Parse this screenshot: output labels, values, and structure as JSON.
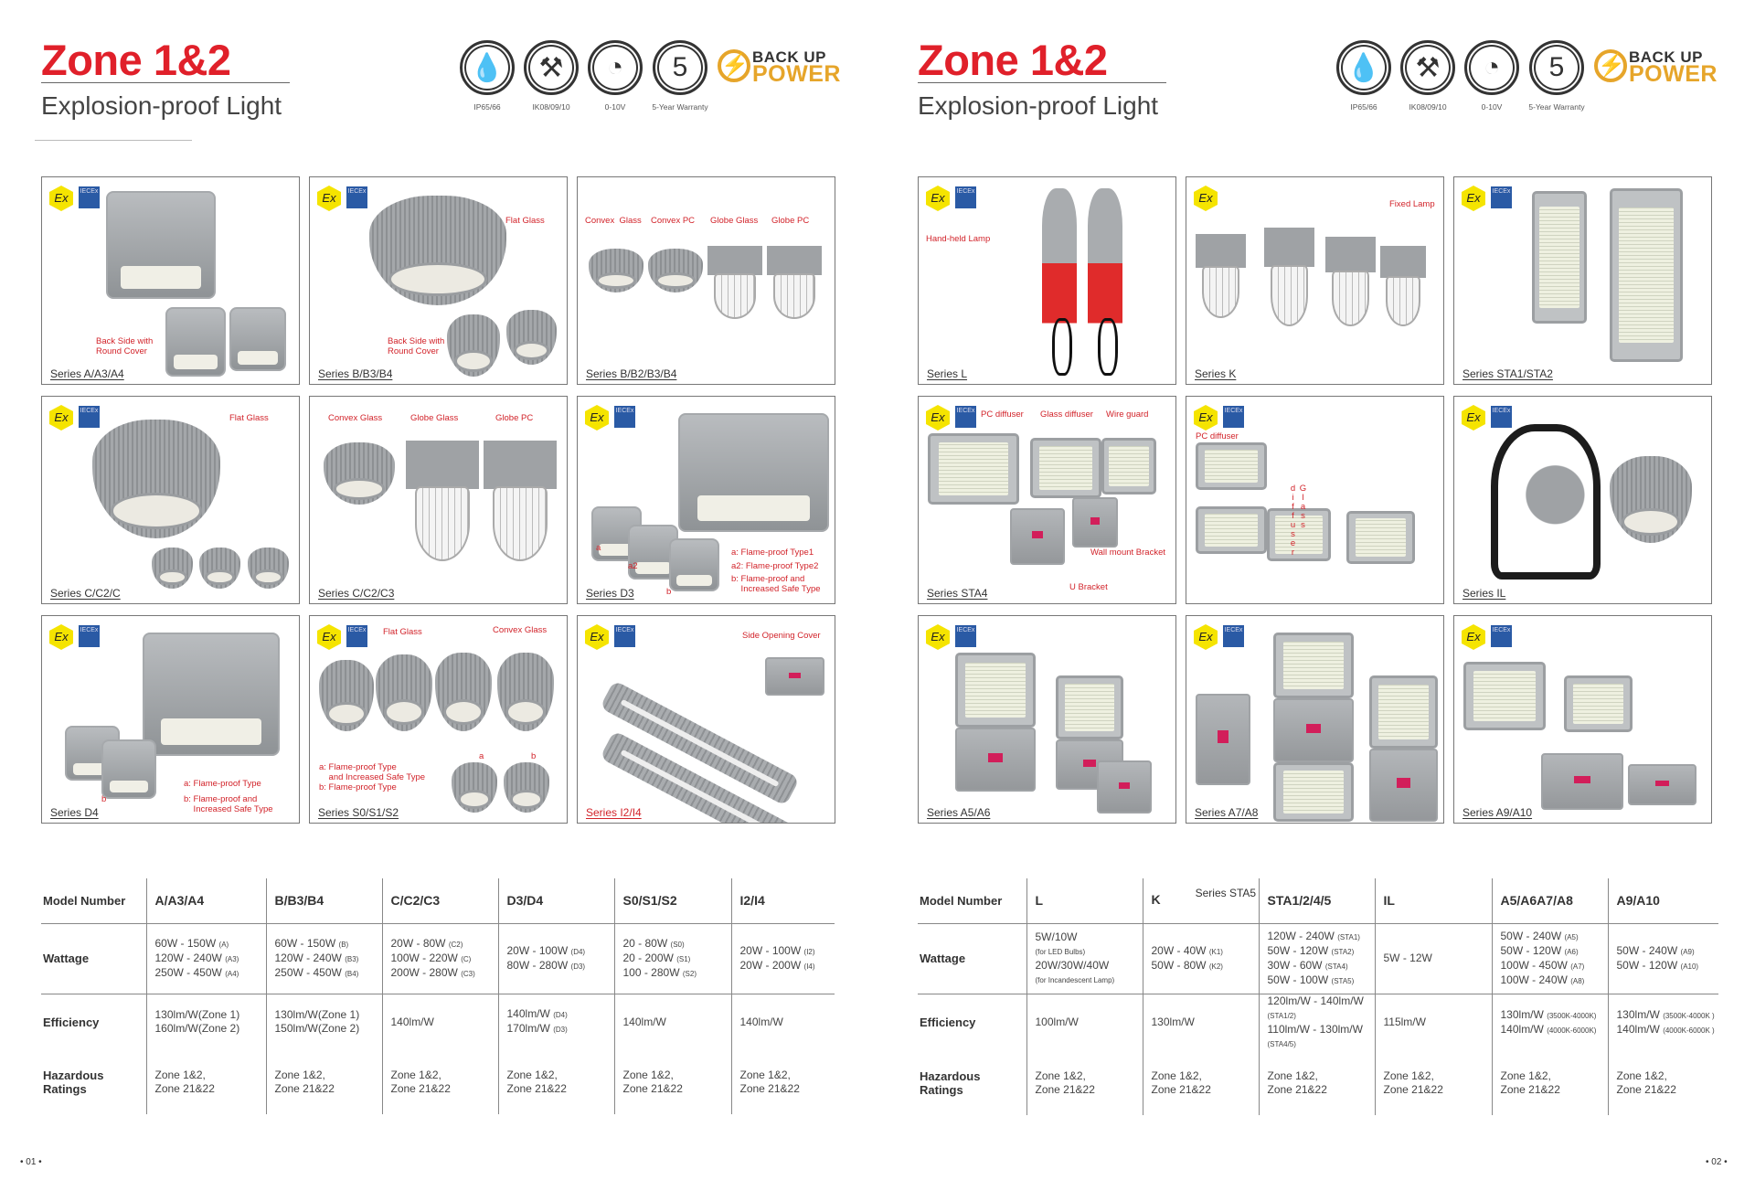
{
  "pages": [
    {
      "title": "Zone 1&2",
      "subtitle": "Explosion-proof Light",
      "page_number": "• 01 •",
      "panels": [
        {
          "series": "Series A/A3/A4",
          "badges": [
            "ex",
            "iecex"
          ],
          "labels": [
            "Back Side with\nRound Cover"
          ]
        },
        {
          "series": "Series B/B3/B4",
          "badges": [
            "ex",
            "iecex"
          ],
          "labels": [
            "Flat Glass",
            "Back Side with\nRound Cover"
          ]
        },
        {
          "series": "Series B/B2/B3/B4",
          "badges": [],
          "labels": [
            "Convex  Glass",
            "Convex PC",
            "Globe Glass",
            "Globe PC"
          ]
        },
        {
          "series": "Series C/C2/C",
          "badges": [
            "ex",
            "iecex"
          ],
          "labels": [
            "Flat Glass"
          ]
        },
        {
          "series": "Series C/C2/C3",
          "badges": [],
          "labels": [
            "Convex Glass",
            "Globe Glass",
            "Globe PC"
          ]
        },
        {
          "series": "Series D3",
          "badges": [
            "ex",
            "iecex"
          ],
          "labels": [
            "a: Flame-proof Type1",
            "a2: Flame-proof Type2",
            "b: Flame-proof and\n    Increased Safe Type",
            "a",
            "a2",
            "b"
          ]
        },
        {
          "series": "Series D4",
          "badges": [
            "ex",
            "iecex"
          ],
          "labels": [
            "a: Flame-proof Type",
            "b: Flame-proof and\n    Increased Safe Type",
            "b"
          ]
        },
        {
          "series": "Series S0/S1/S2",
          "badges": [
            "ex",
            "iecex"
          ],
          "labels": [
            "Flat Glass",
            "Convex Glass",
            "a: Flame-proof Type\n    and Increased Safe Type\nb: Flame-proof Type",
            "a",
            "b"
          ]
        },
        {
          "series": "Series I2/I4",
          "series_color": "red",
          "badges": [
            "ex",
            "iecex"
          ],
          "labels": [
            "Side Opening Cover"
          ]
        }
      ],
      "table": {
        "row_headers": [
          "Model Number",
          "Wattage",
          "Efficiency",
          "Hazardous\nRatings"
        ],
        "columns": [
          {
            "model": "A/A3/A4",
            "wattage": [
              [
                "60W - 150W",
                "(A)"
              ],
              [
                "120W - 240W",
                "(A3)"
              ],
              [
                "250W - 450W",
                "(A4)"
              ]
            ],
            "efficiency": [
              [
                "130lm/W(Zone 1)",
                ""
              ],
              [
                "160lm/W(Zone 2)",
                ""
              ]
            ],
            "hazard": [
              "Zone 1&2,",
              "Zone 21&22"
            ]
          },
          {
            "model": "B/B3/B4",
            "wattage": [
              [
                "60W - 150W",
                "(B)"
              ],
              [
                "120W - 240W",
                "(B3)"
              ],
              [
                "250W - 450W",
                "(B4)"
              ]
            ],
            "efficiency": [
              [
                "130lm/W(Zone 1)",
                ""
              ],
              [
                "150lm/W(Zone 2)",
                ""
              ]
            ],
            "hazard": [
              "Zone 1&2,",
              "Zone 21&22"
            ]
          },
          {
            "model": "C/C2/C3",
            "wattage": [
              [
                "20W - 80W",
                "(C2)"
              ],
              [
                "100W - 220W",
                "(C)"
              ],
              [
                "200W - 280W",
                "(C3)"
              ]
            ],
            "efficiency": [
              [
                "140lm/W",
                ""
              ]
            ],
            "hazard": [
              "Zone 1&2,",
              "Zone 21&22"
            ]
          },
          {
            "model": "D3/D4",
            "wattage": [
              [
                "20W - 100W",
                "(D4)"
              ],
              [
                "80W - 280W",
                "(D3)"
              ]
            ],
            "efficiency": [
              [
                "140lm/W",
                "(D4)"
              ],
              [
                "170lm/W",
                "(D3)"
              ]
            ],
            "hazard": [
              "Zone 1&2,",
              "Zone 21&22"
            ]
          },
          {
            "model": "S0/S1/S2",
            "wattage": [
              [
                "20 - 80W",
                "(S0)"
              ],
              [
                "20 - 200W",
                "(S1)"
              ],
              [
                "100 - 280W",
                "(S2)"
              ]
            ],
            "efficiency": [
              [
                "140lm/W",
                ""
              ]
            ],
            "hazard": [
              "Zone 1&2,",
              "Zone 21&22"
            ]
          },
          {
            "model": "I2/I4",
            "wattage": [
              [
                "20W - 100W",
                "(I2)"
              ],
              [
                "20W - 200W",
                "(I4)"
              ]
            ],
            "efficiency": [
              [
                "140lm/W",
                ""
              ]
            ],
            "hazard": [
              "Zone 1&2,",
              "Zone 21&22"
            ]
          }
        ]
      }
    },
    {
      "title": "Zone 1&2",
      "subtitle": "Explosion-proof Light",
      "page_number": "• 02 •",
      "panels": [
        {
          "series": "Series L",
          "badges": [
            "ex",
            "iecex"
          ],
          "labels": [
            "Hand-held Lamp"
          ]
        },
        {
          "series": "Series K",
          "badges": [
            "ex"
          ],
          "labels": [
            "Fixed Lamp"
          ]
        },
        {
          "series": "Series STA1/STA2",
          "badges": [
            "ex",
            "iecex"
          ],
          "labels": []
        },
        {
          "series": "Series STA4",
          "badges": [
            "ex",
            "iecex"
          ],
          "labels": [
            "PC diffuser",
            "Glass diffuser",
            "Wire guard",
            "Wall mount Bracket",
            "U Bracket"
          ]
        },
        {
          "series": "",
          "badges": [
            "ex",
            "iecex"
          ],
          "labels": [
            "PC diffuser"
          ],
          "vertical_label": "Glass diffuser"
        },
        {
          "series": "Series IL",
          "badges": [
            "ex",
            "iecex"
          ],
          "labels": []
        },
        {
          "series": "Series A5/A6",
          "badges": [
            "ex",
            "iecex"
          ],
          "labels": []
        },
        {
          "series": "Series A7/A8",
          "badges": [
            "ex",
            "iecex"
          ],
          "labels": []
        },
        {
          "series": "Series A9/A10",
          "badges": [
            "ex",
            "iecex"
          ],
          "labels": []
        }
      ],
      "table": {
        "row_headers": [
          "Model Number",
          "Wattage",
          "Efficiency",
          "Hazardous\nRatings"
        ],
        "extra_header_note": "Series STA5",
        "columns": [
          {
            "model": "L",
            "wattage": [
              [
                "5W/10W",
                ""
              ],
              [
                "",
                "(for LED Bulbs)"
              ],
              [
                "20W/30W/40W",
                ""
              ],
              [
                "",
                "(for Incandescent Lamp)"
              ]
            ],
            "efficiency": [
              [
                "100lm/W",
                ""
              ]
            ],
            "hazard": [
              "Zone 1&2,",
              "Zone 21&22"
            ]
          },
          {
            "model": "K",
            "wattage": [
              [
                "20W - 40W",
                "(K1)"
              ],
              [
                "50W - 80W",
                "(K2)"
              ]
            ],
            "efficiency": [
              [
                "130lm/W",
                ""
              ]
            ],
            "hazard": [
              "Zone 1&2,",
              "Zone 21&22"
            ]
          },
          {
            "model": "STA1/2/4/5",
            "wattage": [
              [
                "120W - 240W",
                "(STA1)"
              ],
              [
                "50W - 120W",
                "(STA2)"
              ],
              [
                "30W - 60W",
                "(STA4)"
              ],
              [
                "50W - 100W",
                "(STA5)"
              ]
            ],
            "efficiency": [
              [
                "120lm/W - 140lm/W",
                ""
              ],
              [
                "",
                "(STA1/2)"
              ],
              [
                "110lm/W - 130lm/W",
                ""
              ],
              [
                "",
                "(STA4/5)"
              ]
            ],
            "hazard": [
              "Zone 1&2,",
              "Zone 21&22"
            ]
          },
          {
            "model": "IL",
            "wattage": [
              [
                "5W - 12W",
                ""
              ]
            ],
            "efficiency": [
              [
                "115lm/W",
                ""
              ]
            ],
            "hazard": [
              "Zone 1&2,",
              "Zone 21&22"
            ]
          },
          {
            "model": "A5/A6A7/A8",
            "wattage": [
              [
                "50W - 240W",
                "(A5)"
              ],
              [
                "50W - 120W",
                "(A6)"
              ],
              [
                "100W - 450W",
                "(A7)"
              ],
              [
                "100W - 240W",
                "(A8)"
              ]
            ],
            "efficiency": [
              [
                "130lm/W",
                "(3500K-4000K)"
              ],
              [
                "140lm/W",
                "(4000K-6000K)"
              ]
            ],
            "hazard": [
              "Zone 1&2,",
              "Zone 21&22"
            ]
          },
          {
            "model": "A9/A10",
            "wattage": [
              [
                "50W - 240W",
                "(A9)"
              ],
              [
                "50W - 120W",
                "(A10)"
              ]
            ],
            "efficiency": [
              [
                "130lm/W",
                "(3500K-4000K )"
              ],
              [
                "140lm/W",
                "(4000K-6000K )"
              ]
            ],
            "hazard": [
              "Zone 1&2,",
              "Zone 21&22"
            ]
          }
        ]
      }
    }
  ],
  "features": [
    {
      "label": "IP65/66",
      "icon": "water-drop-icon"
    },
    {
      "label": "IK08/09/10",
      "icon": "hammer-icon"
    },
    {
      "label": "0-10V",
      "icon": "dimmer-icon"
    },
    {
      "label": "5-Year Warranty",
      "icon": "five-year-icon"
    }
  ],
  "logo": {
    "line1": "BACK UP",
    "line2": "POWER"
  },
  "colors": {
    "accent_red": "#e0202a",
    "label_red": "#d2232a",
    "logo_gold": "#e6a52a",
    "ex_yellow": "#f5e400",
    "iecex_blue": "#2a5aa5"
  }
}
